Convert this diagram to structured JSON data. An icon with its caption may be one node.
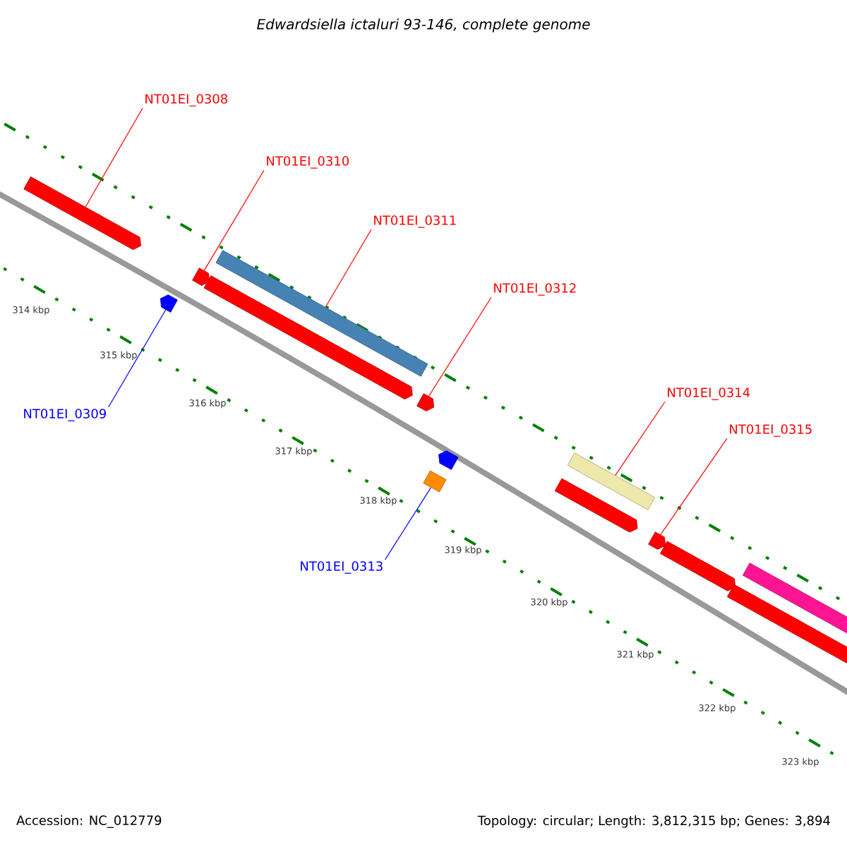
{
  "diagram": {
    "title": "Edwardsiella ictaluri 93-146, complete genome",
    "nodes": [
      {
        "text": [
          "NT01EI_0308"
        ]
      },
      {
        "text": [
          "NT01EI_0310"
        ]
      },
      {
        "text": [
          "NT01EI_0311"
        ]
      },
      {
        "text": [
          "NT01EI_0312"
        ]
      },
      {
        "text": [
          "NT01EI_0309"
        ]
      },
      {
        "text": [
          "NT01EI_0313"
        ]
      },
      {
        "text": [
          "NT01EI_0314"
        ]
      },
      {
        "text": [
          "NT01EI_0315"
        ]
      },
      {
        "text": [],
        "shape": "pentagon"
      },
      {
        "text": [],
        "shape": "pentagon"
      },
      {
        "text": [],
        "shape": "pentagon"
      },
      {
        "text": [],
        "shape": "bar"
      },
      {
        "text": [],
        "shape": "pentagon"
      },
      {
        "text": [],
        "shape": "pentagon"
      },
      {
        "text": [],
        "shape": "pentagon"
      },
      {
        "text": [],
        "shape": "bar"
      },
      {
        "text": [],
        "shape": "pentagon"
      },
      {
        "text": [],
        "shape": "bar"
      },
      {
        "text": [],
        "shape": "pentagon"
      },
      {
        "text": [],
        "shape": "pentagon"
      },
      {
        "text": [],
        "shape": "bar"
      },
      {
        "text": [],
        "shape": "pentagon"
      }
    ],
    "edges": [
      {
        "from": 0,
        "to": 8,
        "arrow": "none"
      },
      {
        "from": 1,
        "to": 10,
        "arrow": "none"
      },
      {
        "from": 2,
        "to": 11,
        "arrow": "none"
      },
      {
        "from": 3,
        "to": 13,
        "arrow": "none"
      },
      {
        "from": 4,
        "to": 9,
        "arrow": "none",
        "color": "#0000ff"
      },
      {
        "from": 5,
        "to": 15,
        "arrow": "none",
        "color": "#0000ff"
      },
      {
        "from": 6,
        "to": 17,
        "arrow": "none"
      },
      {
        "from": 7,
        "to": 18,
        "arrow": "none"
      }
    ],
    "labels": [
      "314 kbp",
      "315 kbp",
      "316 kbp",
      "317 kbp",
      "318 kbp",
      "319 kbp",
      "320 kbp",
      "321 kbp",
      "322 kbp",
      "323 kbp",
      "Accession: NC_012779",
      "Topology: circular; Length: 3,812,315 bp; Genes: 3,894"
    ]
  }
}
